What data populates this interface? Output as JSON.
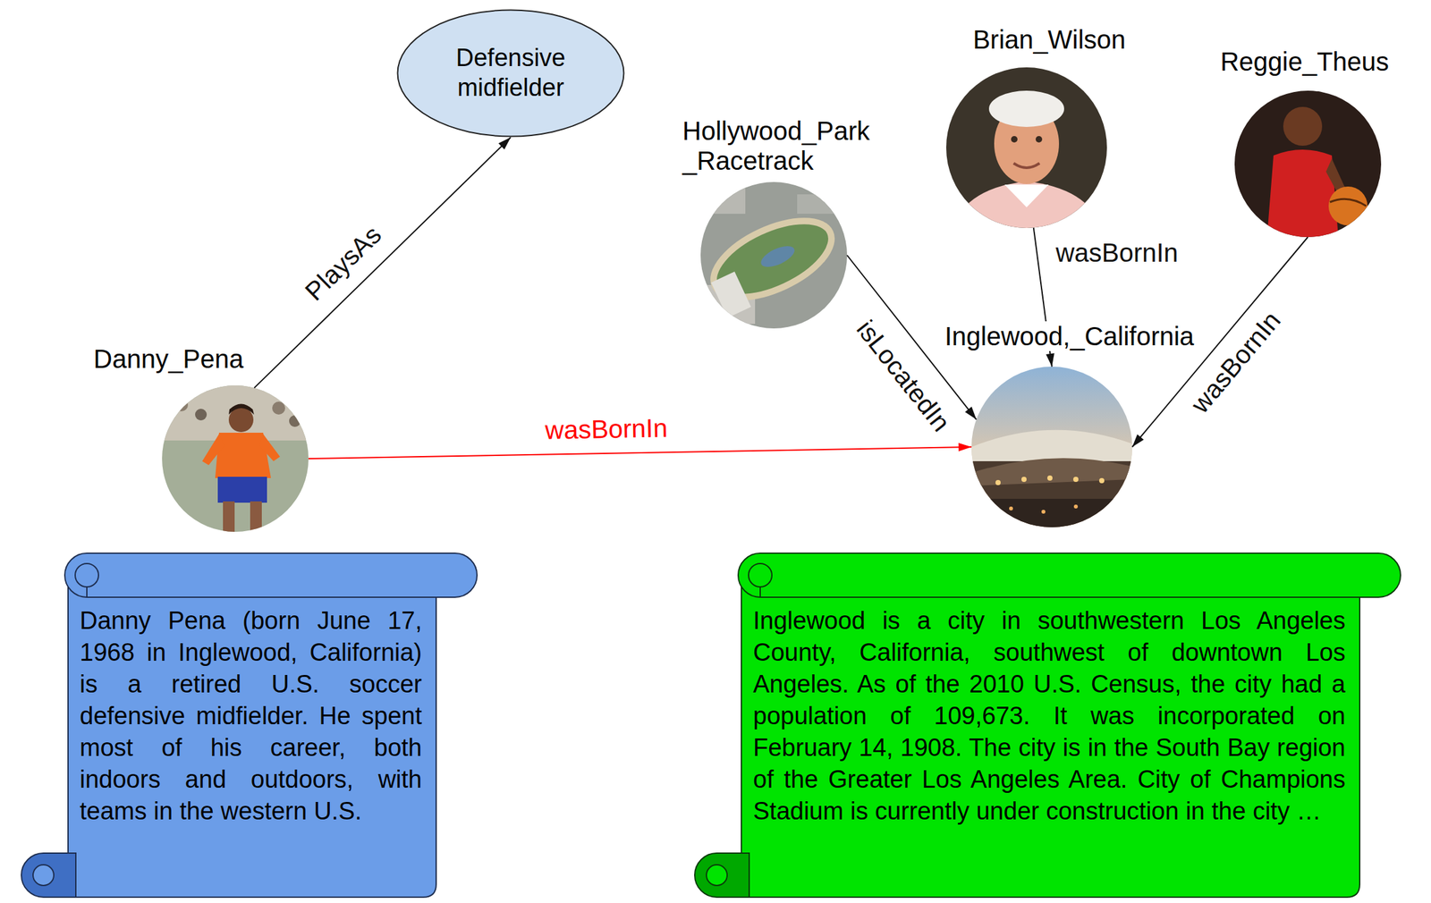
{
  "diagram": {
    "nodes": [
      {
        "text": [
          "Defensive midfielder"
        ]
      },
      {
        "text": [
          "Hollywood_Park _Racetrack"
        ]
      },
      {
        "text": [
          "Brian_Wilson"
        ]
      },
      {
        "text": [
          "Reggie_Theus"
        ]
      },
      {
        "text": [
          "Danny_Pena"
        ]
      },
      {
        "text": [
          "Inglewood,_California"
        ]
      },
      {
        "text": [
          "Danny Pena (born June 17, 1968 in Inglewood, California) is a retired U.S. soccer defensive midfielder. He spent most of his career, both indoors and outdoors, with teams in the western U.S."
        ]
      },
      {
        "text": [
          "Inglewood is a city in southwestern Los Angeles County, California, southwest of downtown Los Angeles. As of the 2010 U.S. Census, the city had a population of 109,673. It was incorporated on February 14, 1908. The city is in the South Bay region of the Greater Los Angeles Area. City of Champions Stadium is currently under construction in the city …"
        ]
      }
    ],
    "edges": [
      {
        "from": 4,
        "to": 0,
        "label": "PlaysAs",
        "arrow": "to"
      },
      {
        "from": 4,
        "to": 5,
        "label": "wasBornIn",
        "arrow": "to"
      },
      {
        "from": 1,
        "to": 5,
        "label": "isLocatedIn",
        "arrow": "to"
      },
      {
        "from": 2,
        "to": 5,
        "label": "wasBornIn",
        "arrow": "to"
      },
      {
        "from": 3,
        "to": 5,
        "label": "wasBornIn",
        "arrow": "to"
      }
    ]
  }
}
